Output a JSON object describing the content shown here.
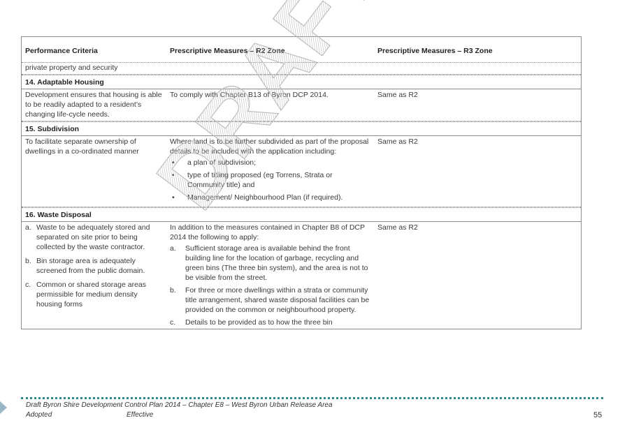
{
  "table": {
    "headers": [
      "Performance Criteria",
      "Prescriptive Measures – R2 Zone",
      "Prescriptive Measures – R3 Zone"
    ],
    "carryover_text": "private property and security",
    "sections": [
      {
        "title": "14. Adaptable Housing",
        "criteria": "Development ensures that housing is able to be readily adapted to a resident’s changing life-cycle needs.",
        "r2": "To comply with Chapter B13 of Byron DCP 2014.",
        "r3": "Same as R2"
      },
      {
        "title": "15. Subdivision",
        "criteria": "To facilitate separate ownership of dwellings in a co-ordinated manner",
        "r2_intro": "Where land is to be further subdivided as part of the proposal details to be included with the application including:",
        "r2_bullets": [
          "a plan of subdivision;",
          "type of titling proposed (eg Torrens, Strata or Community title) and",
          "Management/ Neighbourhood Plan (if required)."
        ],
        "r3": "Same as R2"
      },
      {
        "title": "16. Waste Disposal",
        "criteria_items": [
          {
            "marker": "a.",
            "text": "Waste to be adequately stored and separated on site prior to being collected by the waste contractor."
          },
          {
            "marker": "b.",
            "text": "Bin storage area is adequately screened from the public domain."
          },
          {
            "marker": "c.",
            "text": "Common or shared storage areas permissible for medium density housing forms"
          }
        ],
        "r2_intro": "In addition to the measures contained in Chapter B8 of DCP 2014 the following to apply:",
        "r2_items": [
          {
            "marker": "a.",
            "text": "Sufficient storage area is available behind the front building line for the location of garbage, recycling and green bins (The three bin system), and the area is not to be visible from the street."
          },
          {
            "marker": "b.",
            "text": "For three or more dwellings within a strata or community title arrangement, shared waste disposal facilities can be provided on the common or neighbourhood property."
          },
          {
            "marker": "c.",
            "text": "Details to be provided as to how the three bin"
          }
        ],
        "r3": "Same as R2"
      }
    ]
  },
  "watermark": "DRAFT",
  "footer": {
    "title": "Draft Byron Shire Development Control Plan 2014 – Chapter E8 – West Byron Urban Release Area",
    "adopted": "Adopted",
    "effective": "Effective",
    "page_number": "55"
  },
  "colors": {
    "footer_rule": "#2e8b8b",
    "watermark": "#c8c8c8"
  }
}
